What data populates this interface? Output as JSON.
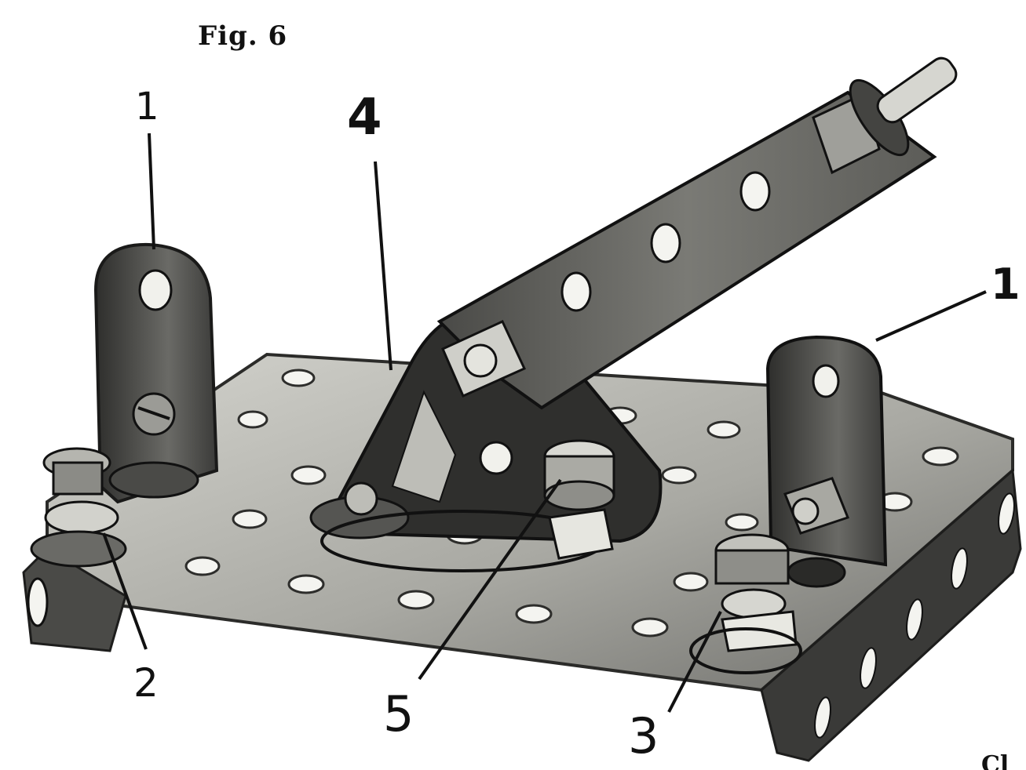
{
  "figure": {
    "caption": "Fig. 6"
  },
  "callouts": {
    "c1_left": "1",
    "c4": "4",
    "c1_right": "1",
    "c2": "2",
    "c5": "5",
    "c3": "3"
  },
  "corner_text": "Cl",
  "colors": {
    "ink": "#111111",
    "metal_light": "#c8c8c2",
    "metal_mid": "#8d8d88",
    "metal_dark": "#3a3a38"
  }
}
